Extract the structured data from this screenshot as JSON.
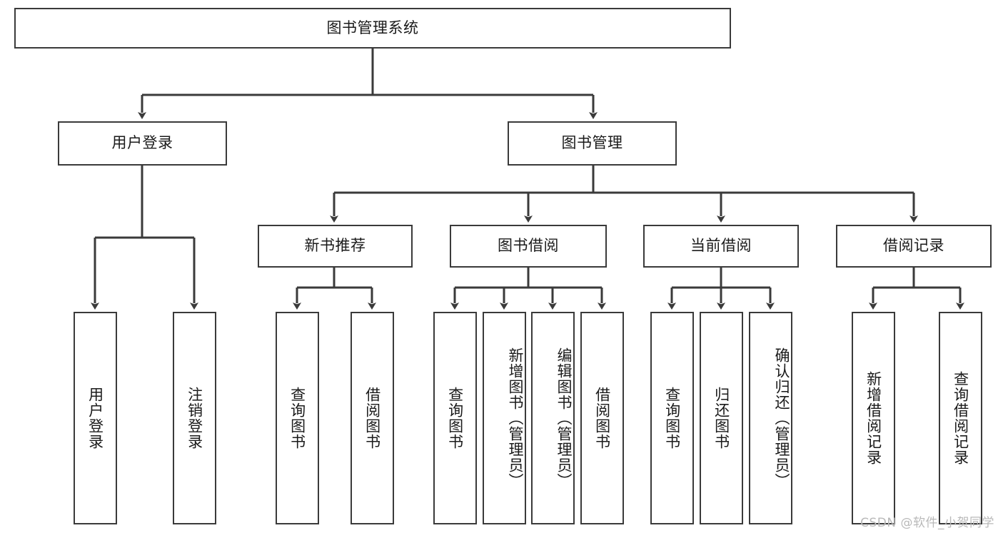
{
  "diagram": {
    "title": "图书管理系统",
    "type": "tree-hierarchy",
    "watermark": "CSDN @软件_小贺同学",
    "line_color": "#3a3a3a",
    "background_color": "#ffffff",
    "text_color": "#1a1a1a",
    "nodes": {
      "root": {
        "label": "图书管理系统"
      },
      "level2": [
        {
          "id": "user-login",
          "label": "用户登录"
        },
        {
          "id": "book-manage",
          "label": "图书管理"
        }
      ],
      "level3": [
        {
          "id": "new-book-rec",
          "label": "新书推荐"
        },
        {
          "id": "book-borrow",
          "label": "图书借阅"
        },
        {
          "id": "current-borrow",
          "label": "当前借阅"
        },
        {
          "id": "borrow-record",
          "label": "借阅记录"
        }
      ],
      "leaves": {
        "user_login": [
          {
            "id": "leaf-user-login",
            "label": "用户登录"
          },
          {
            "id": "leaf-logout-login",
            "label": "注销登录"
          }
        ],
        "new_book_rec": [
          {
            "id": "leaf-query-book-1",
            "label": "查询图书"
          },
          {
            "id": "leaf-borrow-book-1",
            "label": "借阅图书"
          }
        ],
        "book_borrow": [
          {
            "id": "leaf-query-book-2",
            "label": "查询图书"
          },
          {
            "id": "leaf-add-book",
            "label": "新增图书（管理员）"
          },
          {
            "id": "leaf-edit-book",
            "label": "编辑图书（管理员）"
          },
          {
            "id": "leaf-borrow-book-2",
            "label": "借阅图书"
          }
        ],
        "current_borrow": [
          {
            "id": "leaf-query-book-3",
            "label": "查询图书"
          },
          {
            "id": "leaf-return-book",
            "label": "归还图书"
          },
          {
            "id": "leaf-confirm-return",
            "label": "确认归还（管理员）"
          }
        ],
        "borrow_record": [
          {
            "id": "leaf-add-record",
            "label": "新增借阅记录"
          },
          {
            "id": "leaf-query-record",
            "label": "查询借阅记录"
          }
        ]
      }
    }
  }
}
